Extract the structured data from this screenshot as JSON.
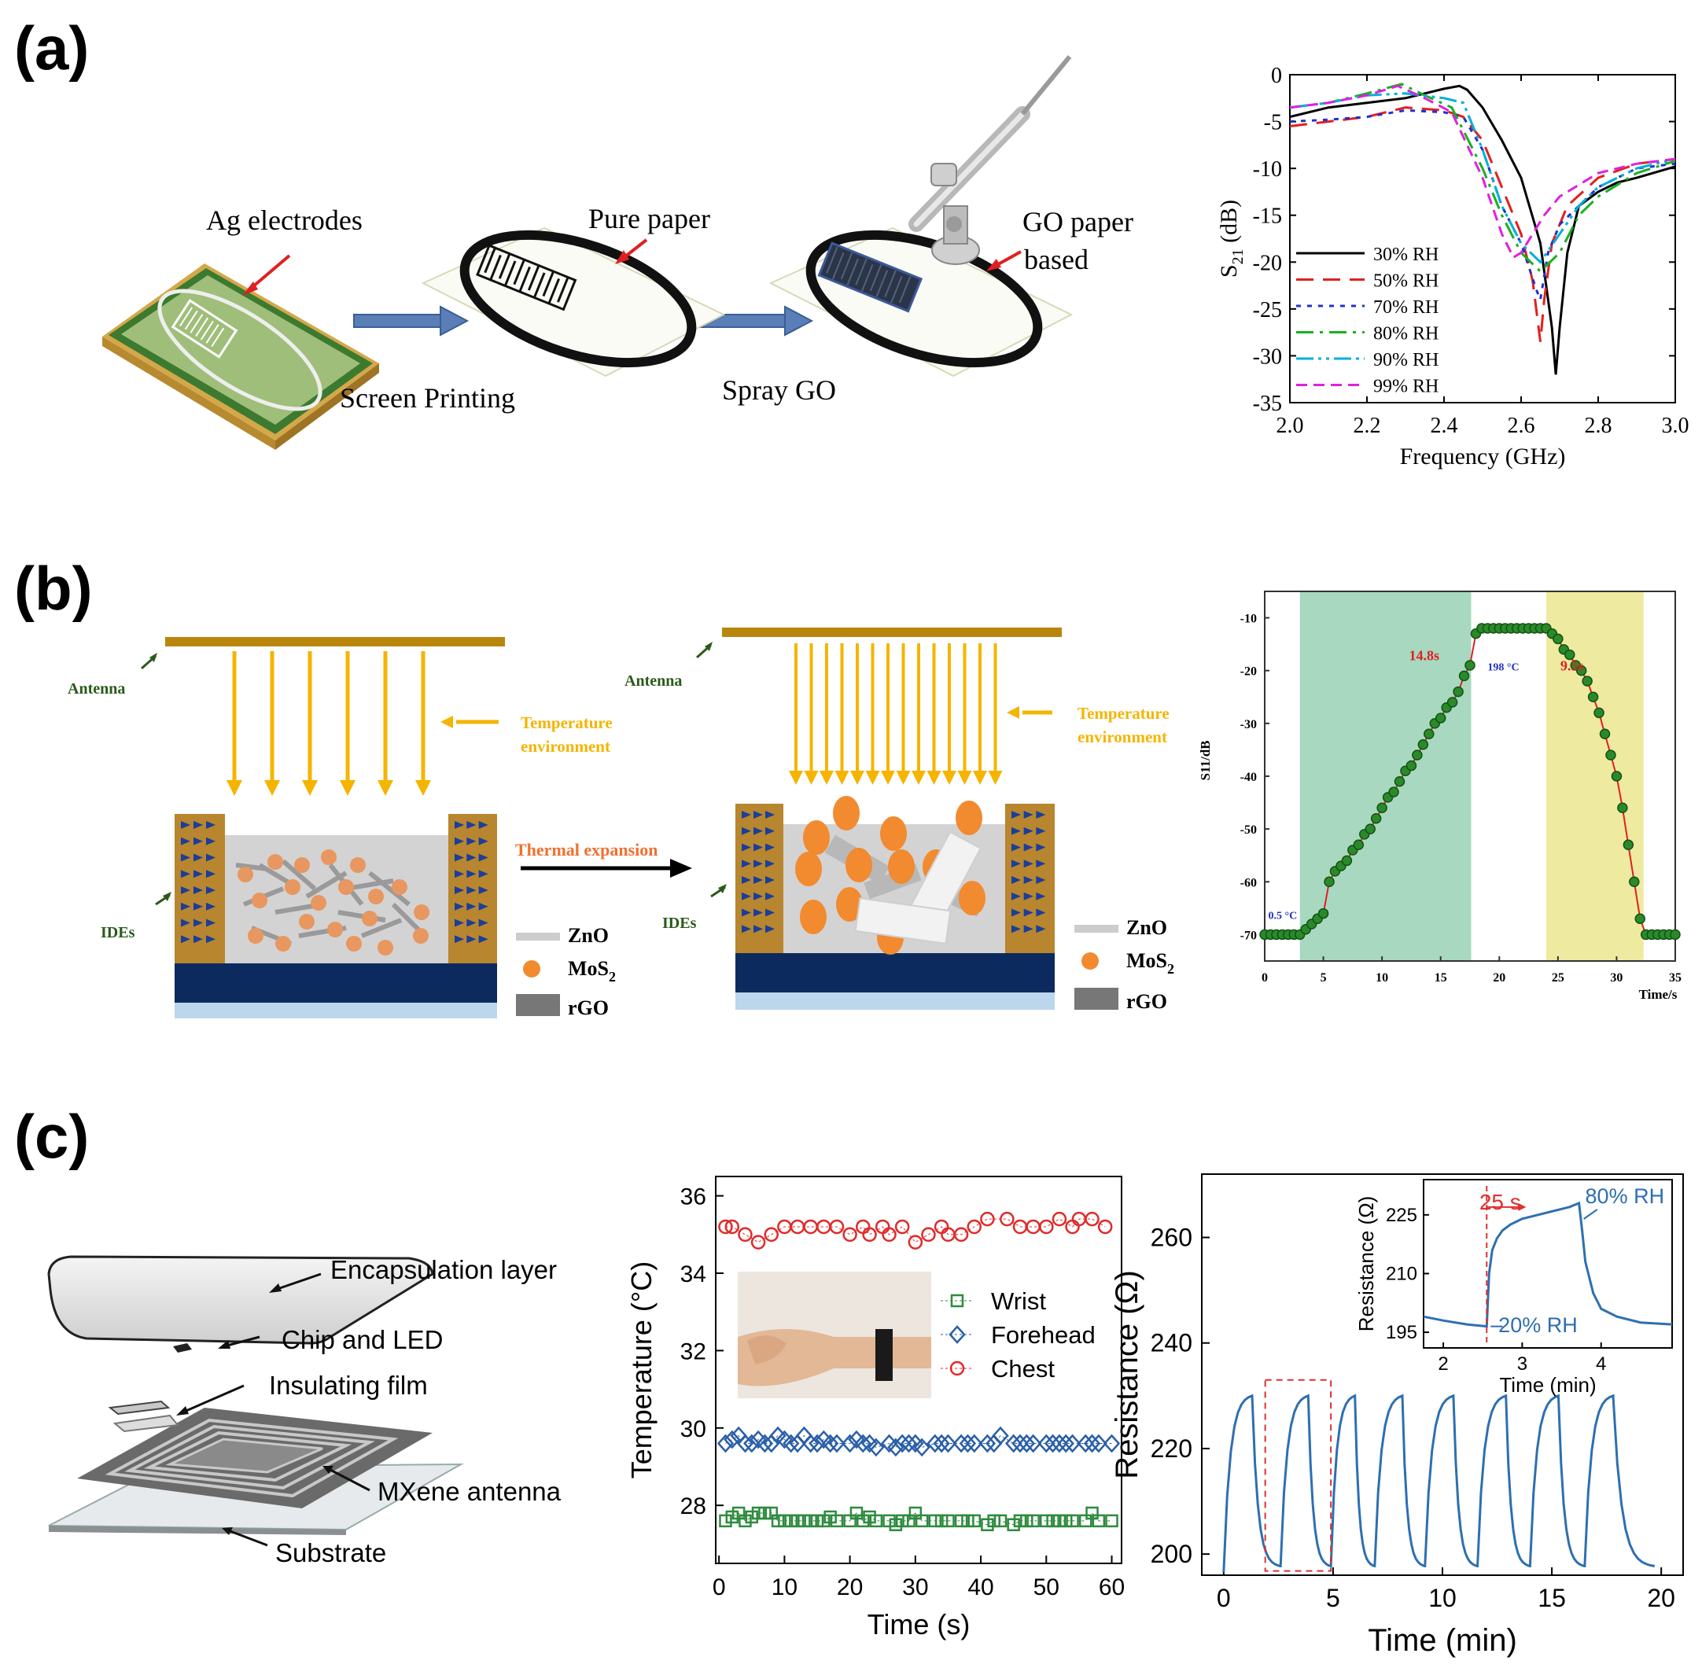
{
  "panels": {
    "a": "(a)",
    "b": "(b)",
    "c": "(c)"
  },
  "a_schematic": {
    "ag_electrodes": "Ag electrodes",
    "pure_paper": "Pure paper",
    "go_paper_line1": "GO paper",
    "go_paper_line2": "based",
    "screen_printing": "Screen Printing",
    "spray_go": "Spray GO"
  },
  "b_schematic": {
    "antenna": "Antenna",
    "temperature_line1": "Temperature",
    "temperature_line2": "environment",
    "ides": "IDEs",
    "thermal_expansion": "Thermal expansion",
    "legend_zno": "ZnO",
    "legend_mos2": "MoS",
    "legend_mos2_sub": "2",
    "legend_rgo": "rGO"
  },
  "c_schematic": {
    "encapsulation": "Encapsulation layer",
    "chip_led": "Chip and LED",
    "insulating_film": "Insulating film",
    "mxene_antenna": "MXene antenna",
    "substrate": "Substrate"
  },
  "colors": {
    "antenna_bar": "#b8860b",
    "arrow_yellow": "#f5b400",
    "ide_brown": "#b8862e",
    "substrate_navy": "#0d2a5e",
    "mos2_orange": "#f28a30",
    "plot_green_bg": "#a8d8c0",
    "plot_yellow_bg": "#eeeaa0"
  },
  "chart_data": [
    {
      "id": "a-s21",
      "type": "line",
      "xlabel": "Frequency (GHz)",
      "ylabel": "S21 (dB)",
      "ylabel_main": "S",
      "ylabel_sub": "21",
      "ylabel_unit": " (dB)",
      "xlim": [
        2.0,
        3.0
      ],
      "ylim": [
        -35,
        0
      ],
      "xticks": [
        "2.0",
        "2.2",
        "2.4",
        "2.6",
        "2.8",
        "3.0"
      ],
      "yticks": [
        "0",
        "-5",
        "-10",
        "-15",
        "-20",
        "-25",
        "-30",
        "-35"
      ],
      "legend_position": "bottom-left",
      "series": [
        {
          "name": "30% RH",
          "color": "#000000",
          "dash": "",
          "x": [
            2.0,
            2.1,
            2.2,
            2.3,
            2.4,
            2.44,
            2.46,
            2.5,
            2.55,
            2.6,
            2.65,
            2.68,
            2.69,
            2.7,
            2.72,
            2.75,
            2.8,
            2.85,
            2.9,
            3.0
          ],
          "y": [
            -4.5,
            -3.5,
            -3,
            -2.5,
            -1.5,
            -1.2,
            -1.6,
            -3.5,
            -7,
            -11,
            -18,
            -27,
            -32,
            -27,
            -19,
            -14,
            -12.5,
            -11.5,
            -11,
            -9.8
          ]
        },
        {
          "name": "50% RH",
          "color": "#e02020",
          "dash": "22 12",
          "x": [
            2.0,
            2.1,
            2.2,
            2.3,
            2.4,
            2.45,
            2.5,
            2.55,
            2.6,
            2.63,
            2.65,
            2.66,
            2.68,
            2.72,
            2.8,
            2.9,
            3.0
          ],
          "y": [
            -5.5,
            -5,
            -4.5,
            -3.5,
            -3.8,
            -4.5,
            -7,
            -12,
            -17,
            -22,
            -28.5,
            -24,
            -18,
            -14,
            -11,
            -9.5,
            -9
          ]
        },
        {
          "name": "70% RH",
          "color": "#2030d0",
          "dash": "6 8",
          "x": [
            2.0,
            2.1,
            2.2,
            2.3,
            2.4,
            2.45,
            2.5,
            2.55,
            2.6,
            2.64,
            2.65,
            2.67,
            2.7,
            2.8,
            2.9,
            3.0
          ],
          "y": [
            -5,
            -4.8,
            -4.5,
            -3.8,
            -4,
            -4.5,
            -8,
            -14,
            -18,
            -23,
            -24,
            -19,
            -16,
            -12,
            -10,
            -9.5
          ]
        },
        {
          "name": "80% RH",
          "color": "#18b020",
          "dash": "22 8 4 8",
          "x": [
            2.0,
            2.1,
            2.2,
            2.29,
            2.35,
            2.42,
            2.5,
            2.55,
            2.6,
            2.65,
            2.7,
            2.75,
            2.8,
            2.9,
            3.0
          ],
          "y": [
            -3.5,
            -3,
            -2,
            -1,
            -2.2,
            -3.5,
            -10,
            -15,
            -19,
            -21,
            -19,
            -15,
            -13,
            -10.5,
            -9.2
          ]
        },
        {
          "name": "90% RH",
          "color": "#00b0d8",
          "dash": "22 6 4 6 4 6",
          "x": [
            2.0,
            2.1,
            2.2,
            2.3,
            2.4,
            2.45,
            2.5,
            2.55,
            2.6,
            2.65,
            2.7,
            2.75,
            2.8,
            2.9,
            3.0
          ],
          "y": [
            -3.5,
            -3,
            -2.2,
            -2,
            -2.5,
            -3,
            -8,
            -14,
            -18,
            -20,
            -17,
            -14,
            -12,
            -10,
            -9
          ]
        },
        {
          "name": "99% RH",
          "color": "#e020e0",
          "dash": "14 8",
          "x": [
            2.0,
            2.1,
            2.2,
            2.28,
            2.35,
            2.42,
            2.5,
            2.55,
            2.58,
            2.6,
            2.63,
            2.66,
            2.7,
            2.8,
            2.9,
            3.0
          ],
          "y": [
            -3.5,
            -3,
            -2.2,
            -1.2,
            -2.5,
            -4,
            -11,
            -17,
            -19.5,
            -19,
            -17,
            -15,
            -13,
            -10.5,
            -9.5,
            -9
          ]
        }
      ]
    },
    {
      "id": "b-s11",
      "type": "line",
      "xlabel": "Time/s",
      "ylabel": "S11/dB",
      "xlim": [
        0,
        35
      ],
      "ylim": [
        -75,
        -5
      ],
      "xticks": [
        "0",
        "5",
        "10",
        "15",
        "20",
        "25",
        "30",
        "35"
      ],
      "yticks": [
        "-10",
        "-20",
        "-30",
        "-40",
        "-50",
        "-60",
        "-70"
      ],
      "annotations": {
        "rise_time": "14.8s",
        "fall_time": "9.5s",
        "high_temp": "198 °C",
        "low_temp": "0.5 °C"
      },
      "regions": [
        {
          "from": 3.0,
          "to": 17.6,
          "color": "green"
        },
        {
          "from": 24,
          "to": 32.3,
          "color": "yellow"
        }
      ],
      "x": [
        0,
        0.5,
        1,
        1.5,
        2,
        2.5,
        3,
        3.5,
        4,
        4.5,
        5,
        5.5,
        6,
        6.5,
        7,
        7.5,
        8,
        8.5,
        9,
        9.5,
        10,
        10.5,
        11,
        11.5,
        12,
        12.5,
        13,
        13.5,
        14,
        14.5,
        15,
        15.5,
        16,
        16.5,
        17,
        17.5,
        18,
        18.5,
        19,
        19.5,
        20,
        20.5,
        21,
        21.5,
        22,
        22.5,
        23,
        23.5,
        24,
        24.5,
        25,
        25.5,
        26,
        26.5,
        27,
        27.5,
        28,
        28.5,
        29,
        29.5,
        30,
        30.5,
        31,
        31.5,
        32,
        32.5,
        33,
        33.5,
        34,
        34.5,
        35
      ],
      "y": [
        -70,
        -70,
        -70,
        -70,
        -70,
        -70,
        -70,
        -69,
        -68,
        -67,
        -66,
        -60,
        -58,
        -57,
        -56,
        -54,
        -53,
        -51,
        -50,
        -48,
        -46,
        -44,
        -43,
        -41,
        -39,
        -38,
        -36,
        -34,
        -32,
        -30,
        -29,
        -27,
        -26,
        -24,
        -21,
        -19,
        -13,
        -12,
        -12,
        -12,
        -12,
        -12,
        -12,
        -12,
        -12,
        -12,
        -12,
        -12,
        -12,
        -13,
        -14,
        -16,
        -17,
        -19,
        -20,
        -22,
        -25,
        -28,
        -32,
        -36,
        -40,
        -46,
        -53,
        -60,
        -67,
        -70,
        -70,
        -70,
        -70,
        -70,
        -70
      ]
    },
    {
      "id": "c-temperature",
      "type": "scatter",
      "xlabel": "Time (s)",
      "ylabel": "Temperature (°C)",
      "xlim": [
        -0.5,
        61.5
      ],
      "ylim": [
        26.5,
        36.5
      ],
      "xticks": [
        "0",
        "10",
        "20",
        "30",
        "40",
        "50",
        "60"
      ],
      "yticks": [
        "28",
        "30",
        "32",
        "34",
        "36"
      ],
      "legend_position": "right",
      "series": [
        {
          "name": "Wrist",
          "color": "#2e8b3e",
          "marker": "square",
          "x": [
            1,
            2,
            3,
            4,
            5,
            6,
            7,
            8,
            9,
            10,
            11,
            12,
            13,
            14,
            15,
            16,
            17,
            18,
            20,
            21,
            22,
            23,
            24,
            26,
            27,
            28,
            29,
            30,
            31,
            33,
            34,
            35,
            37,
            38,
            39,
            41,
            42,
            43,
            45,
            46,
            47,
            48,
            50,
            51,
            52,
            53,
            54,
            56,
            57,
            58,
            60
          ],
          "y": [
            27.6,
            27.7,
            27.8,
            27.6,
            27.7,
            27.8,
            27.8,
            27.8,
            27.6,
            27.6,
            27.6,
            27.6,
            27.6,
            27.6,
            27.6,
            27.6,
            27.7,
            27.6,
            27.6,
            27.8,
            27.6,
            27.7,
            27.6,
            27.6,
            27.5,
            27.6,
            27.6,
            27.8,
            27.6,
            27.6,
            27.6,
            27.6,
            27.6,
            27.6,
            27.6,
            27.5,
            27.6,
            27.6,
            27.5,
            27.6,
            27.6,
            27.6,
            27.6,
            27.6,
            27.6,
            27.6,
            27.6,
            27.6,
            27.8,
            27.6,
            27.6
          ]
        },
        {
          "name": "Forehead",
          "color": "#2a5fa8",
          "marker": "diamond",
          "x": [
            1,
            2,
            3,
            4,
            5,
            6,
            7,
            8,
            9,
            10,
            11,
            12,
            13,
            14,
            15,
            16,
            17,
            18,
            20,
            21,
            22,
            23,
            24,
            26,
            27,
            28,
            29,
            30,
            31,
            33,
            34,
            35,
            37,
            38,
            39,
            41,
            42,
            43,
            45,
            46,
            47,
            48,
            50,
            51,
            52,
            53,
            54,
            56,
            57,
            58,
            60
          ],
          "y": [
            29.6,
            29.7,
            29.8,
            29.6,
            29.6,
            29.7,
            29.6,
            29.6,
            29.8,
            29.7,
            29.6,
            29.6,
            29.8,
            29.6,
            29.6,
            29.7,
            29.6,
            29.6,
            29.6,
            29.7,
            29.6,
            29.6,
            29.5,
            29.6,
            29.5,
            29.6,
            29.6,
            29.6,
            29.5,
            29.6,
            29.6,
            29.6,
            29.6,
            29.6,
            29.6,
            29.6,
            29.6,
            29.8,
            29.6,
            29.6,
            29.6,
            29.6,
            29.6,
            29.6,
            29.6,
            29.6,
            29.6,
            29.6,
            29.6,
            29.6,
            29.6
          ]
        },
        {
          "name": "Chest",
          "color": "#e02a2a",
          "marker": "circle",
          "x": [
            1,
            2,
            4,
            6,
            8,
            10,
            12,
            14,
            16,
            18,
            20,
            22,
            23,
            25,
            26,
            28,
            30,
            32,
            34,
            35,
            37,
            39,
            41,
            44,
            46,
            48,
            50,
            52,
            54,
            55,
            57,
            59
          ],
          "y": [
            35.2,
            35.2,
            35,
            34.8,
            35,
            35.2,
            35.2,
            35.2,
            35.2,
            35.2,
            35,
            35.2,
            35,
            35.2,
            35,
            35.2,
            34.8,
            35,
            35.2,
            35,
            35,
            35.2,
            35.4,
            35.4,
            35.2,
            35.2,
            35.2,
            35.4,
            35.2,
            35.4,
            35.4,
            35.2
          ]
        }
      ]
    },
    {
      "id": "c-resistance",
      "type": "line",
      "xlabel": "Time (min)",
      "ylabel": "Resistance (Ω)",
      "xlim": [
        -1,
        21
      ],
      "ylim": [
        196,
        272
      ],
      "xticks": [
        "0",
        "5",
        "10",
        "15",
        "20"
      ],
      "yticks": [
        "200",
        "220",
        "240",
        "260"
      ],
      "cycle_starts": [
        0,
        2.6,
        4.9,
        6.9,
        9.2,
        11.6,
        14.0,
        16.5
      ],
      "cycle_peak": 230,
      "baseline": 197.5,
      "highlight_window": [
        1.9,
        4.9
      ],
      "inset": {
        "xlabel": "Time (min)",
        "ylabel": "Resistance (Ω)",
        "xlim": [
          1.75,
          4.9
        ],
        "ylim": [
          191,
          234
        ],
        "xticks": [
          "2",
          "3",
          "4"
        ],
        "yticks": [
          "195",
          "210",
          "225"
        ],
        "label_time": "25 s",
        "label_high": "80% RH",
        "label_low": "20% RH",
        "x": [
          1.75,
          2.0,
          2.3,
          2.55,
          2.58,
          2.62,
          2.68,
          2.75,
          2.85,
          3.0,
          3.2,
          3.4,
          3.6,
          3.72,
          3.76,
          3.8,
          3.9,
          4.0,
          4.2,
          4.5,
          4.9
        ],
        "y": [
          199,
          198,
          197,
          196.5,
          210,
          216,
          219,
          221,
          222.5,
          224,
          225,
          226,
          227,
          228,
          221,
          213,
          205,
          201,
          199,
          197.5,
          197
        ]
      }
    }
  ]
}
